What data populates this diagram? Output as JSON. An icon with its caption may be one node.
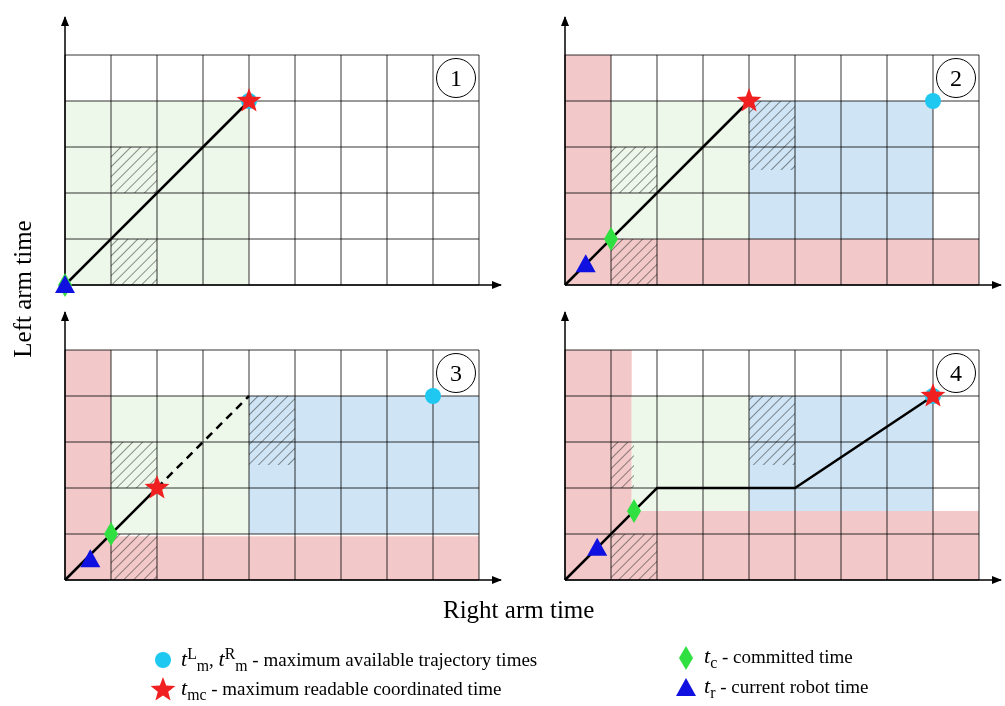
{
  "diagram": {
    "labels": [
      "1",
      "2",
      "3",
      "4",
      "Left arm time",
      "Right arm time"
    ],
    "legend": [
      {
        "text": "*t*$^{L}$$_{m}$, *t*$^{R}$$_{m}$ - maximum available trajectory times"
      },
      {
        "text": "*t*$_{c}$ - committed time"
      },
      {
        "text": "*t*$_{mc}$ - maximum readable coordinated time"
      },
      {
        "text": "*t*$_{r}$ - current robot time"
      }
    ]
  }
}
